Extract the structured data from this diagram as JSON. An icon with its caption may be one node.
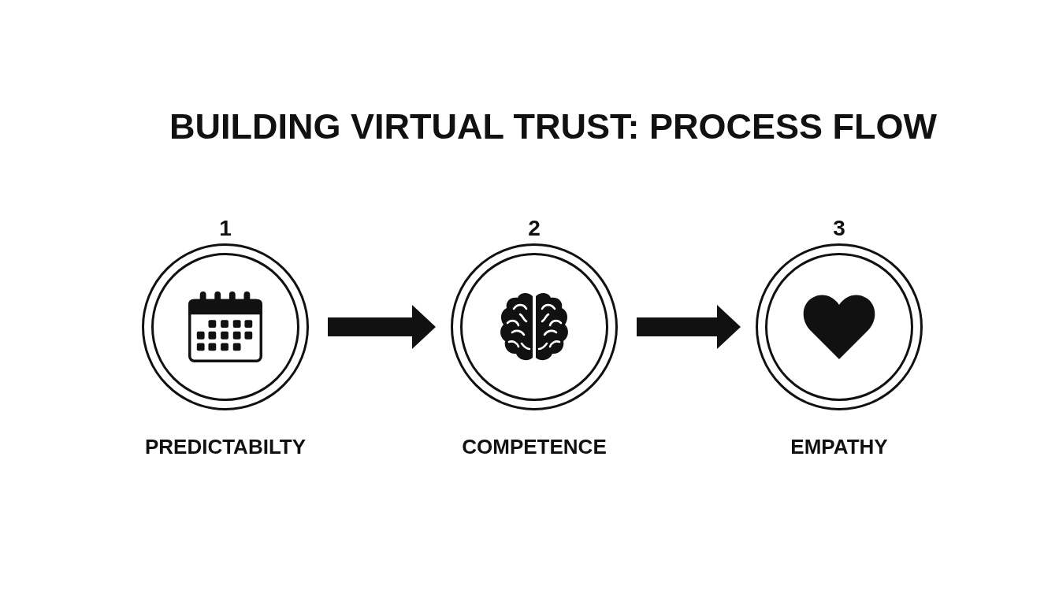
{
  "diagram": {
    "title": "BUILDING VIRTUAL TRUST: PROCESS FLOW",
    "nodes": [
      {
        "text": [
          "1",
          "PREDICTABILTY"
        ]
      },
      {
        "text": [
          "2",
          "COMPETENCE"
        ]
      },
      {
        "text": [
          "3",
          "EMPATHY"
        ]
      }
    ],
    "edges": [
      {
        "from": 0,
        "to": 1,
        "arrow": "to"
      },
      {
        "from": 1,
        "to": 2,
        "arrow": "to"
      }
    ]
  }
}
